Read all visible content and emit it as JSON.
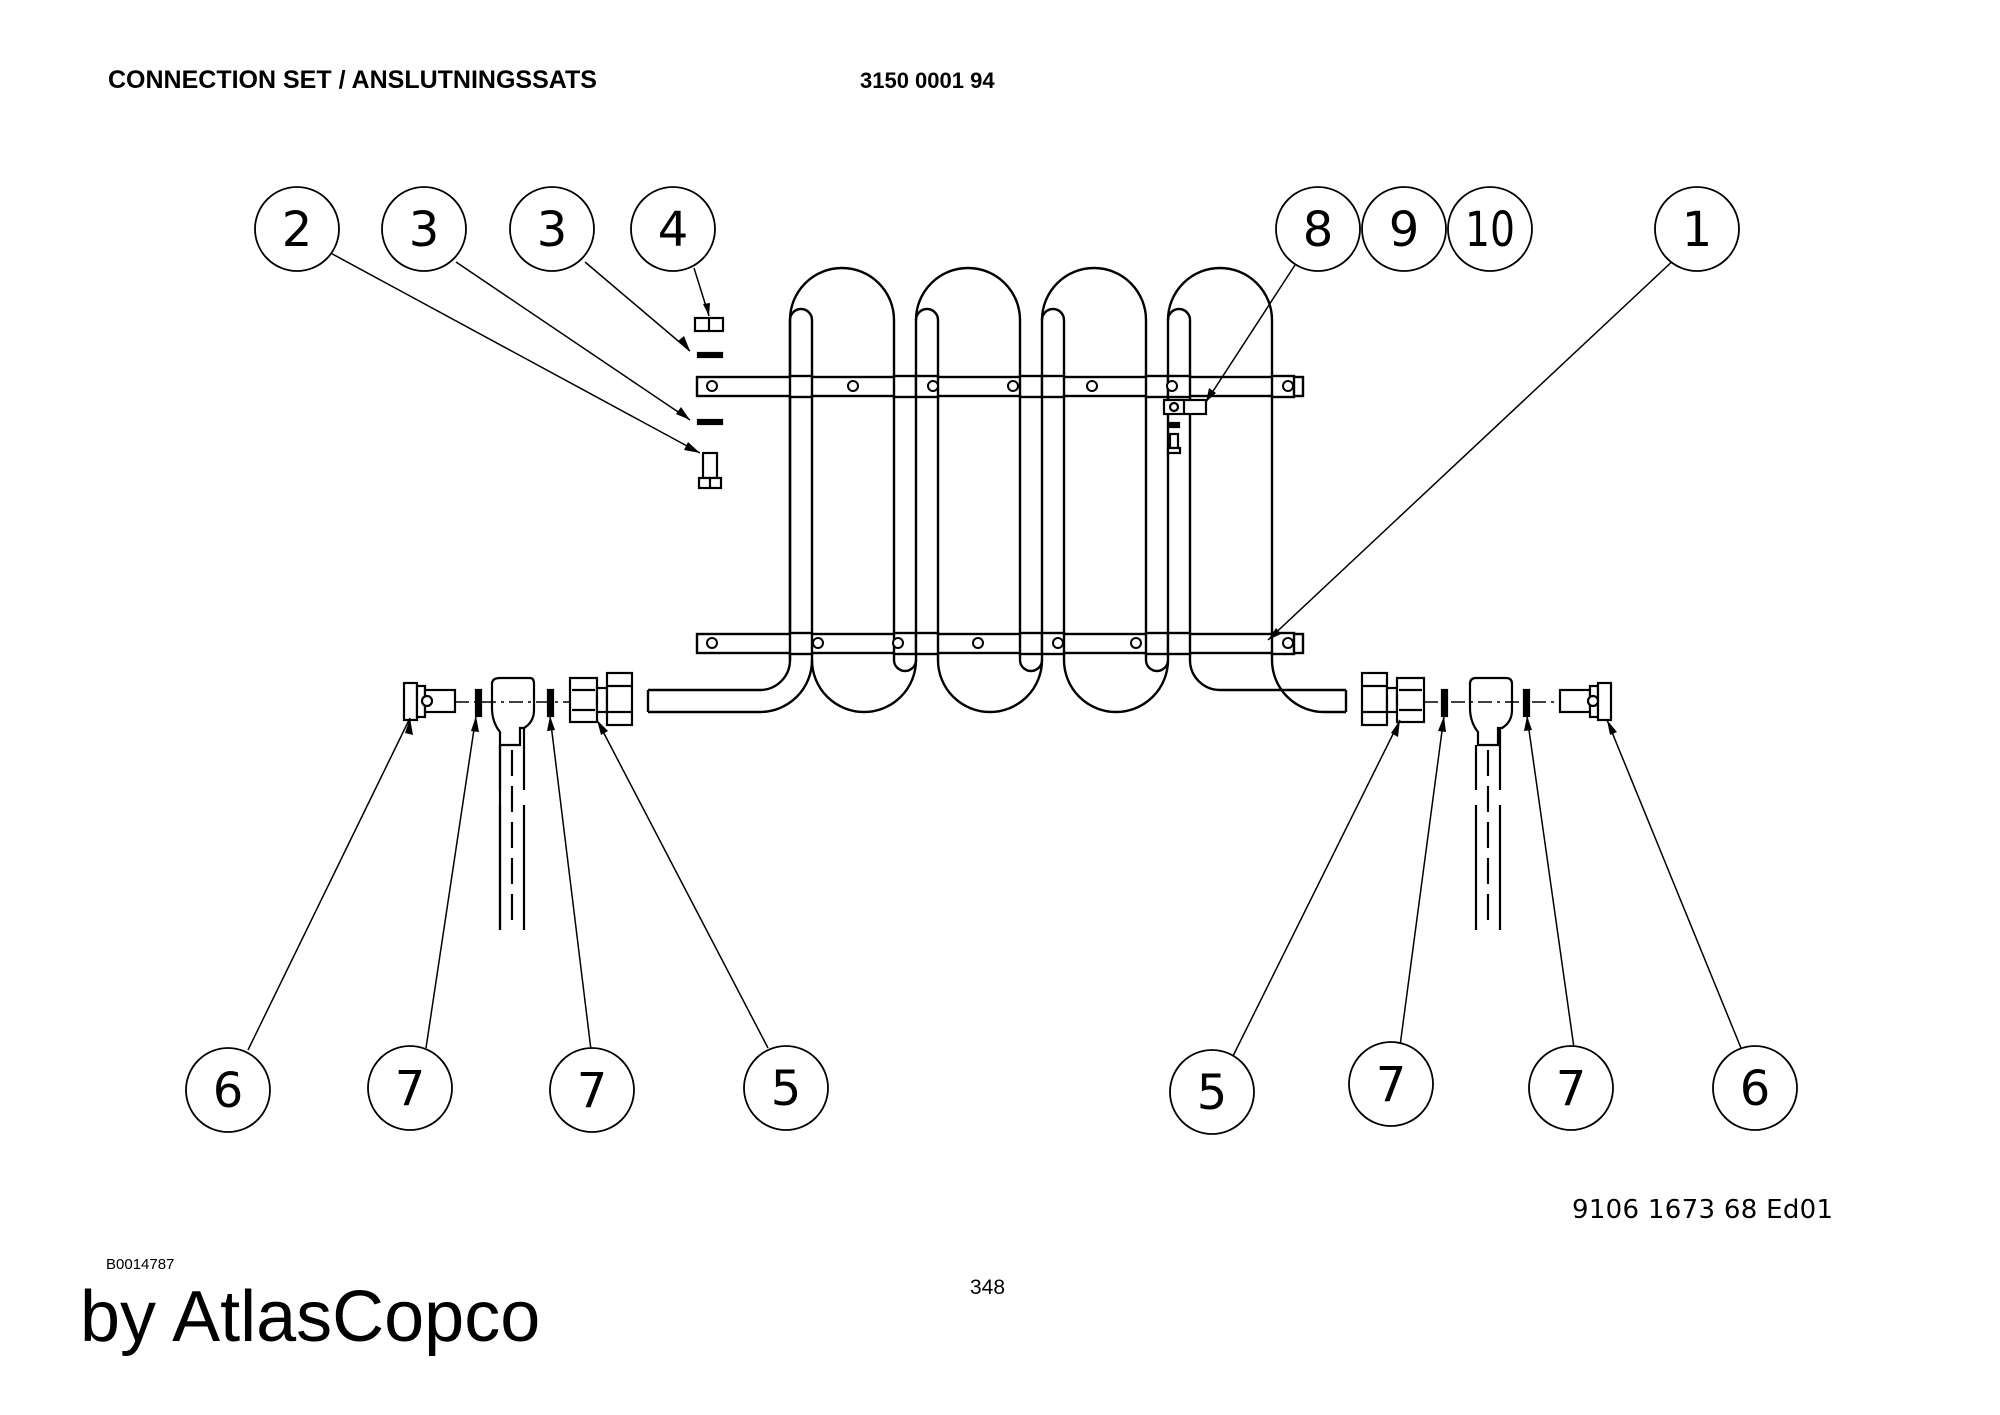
{
  "header": {
    "title": "CONNECTION SET / ANSLUTNINGSSATS",
    "part_number": "3150 0001 94"
  },
  "footer": {
    "drawing_number": "9106 1673 68 Ed01",
    "image_id": "B0014787",
    "page_number": "348",
    "brand": "by AtlasCopco"
  },
  "balloons": {
    "top_left": [
      "2",
      "3",
      "3",
      "4"
    ],
    "top_right": [
      "8",
      "9",
      "10",
      "1"
    ],
    "bottom_left": [
      "6",
      "7",
      "7",
      "5"
    ],
    "bottom_right": [
      "5",
      "7",
      "7",
      "6"
    ]
  }
}
